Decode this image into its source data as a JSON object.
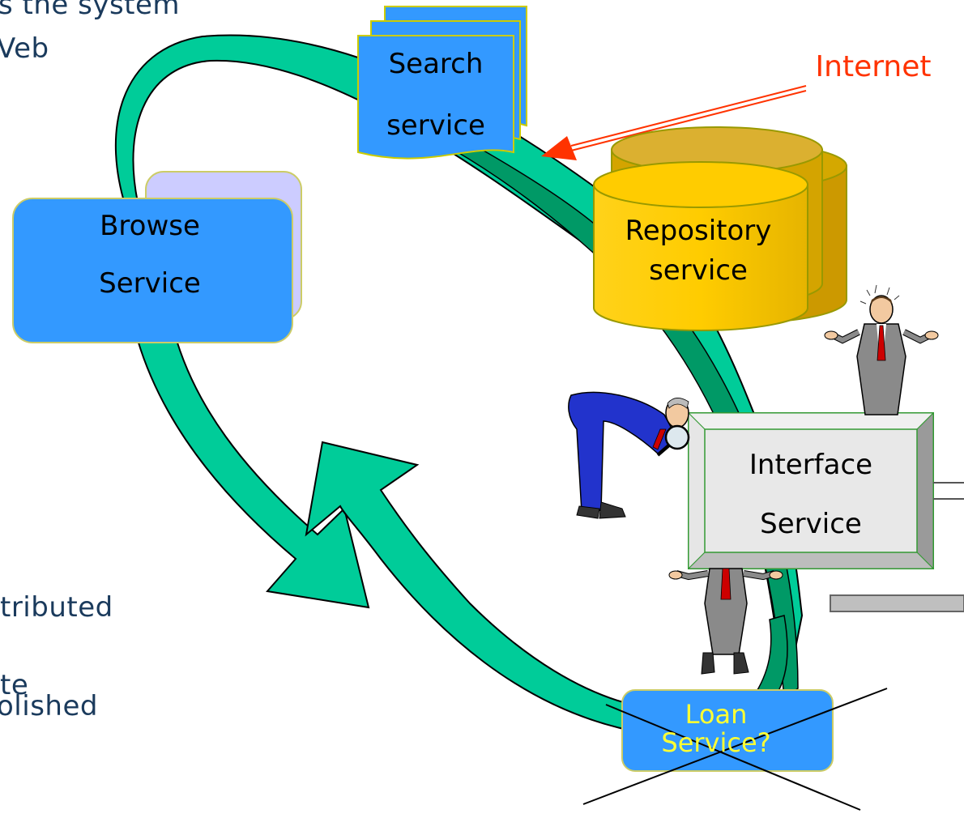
{
  "fragments": {
    "line1": "s the system",
    "line2": "Veb",
    "line3": "tributed",
    "line4": "te",
    "line5": "olished"
  },
  "labels": {
    "internet": "Internet",
    "search_line1": "Search",
    "search_line2": "service",
    "browse_line1": "Browse",
    "browse_line2": "Service",
    "repository_line1": "Repository",
    "repository_line2": "service",
    "interface_line1": "Interface",
    "interface_line2": "Service",
    "loan_line1": "Loan",
    "loan_line2": "Service?"
  },
  "colors": {
    "arrow_fill": "#00cc99",
    "arrow_dark": "#009966",
    "service_blue": "#3399ff",
    "repository_gold": "#ffcc00",
    "internet_red": "#ff3300",
    "interface_bevel": "#b0b0b0"
  }
}
